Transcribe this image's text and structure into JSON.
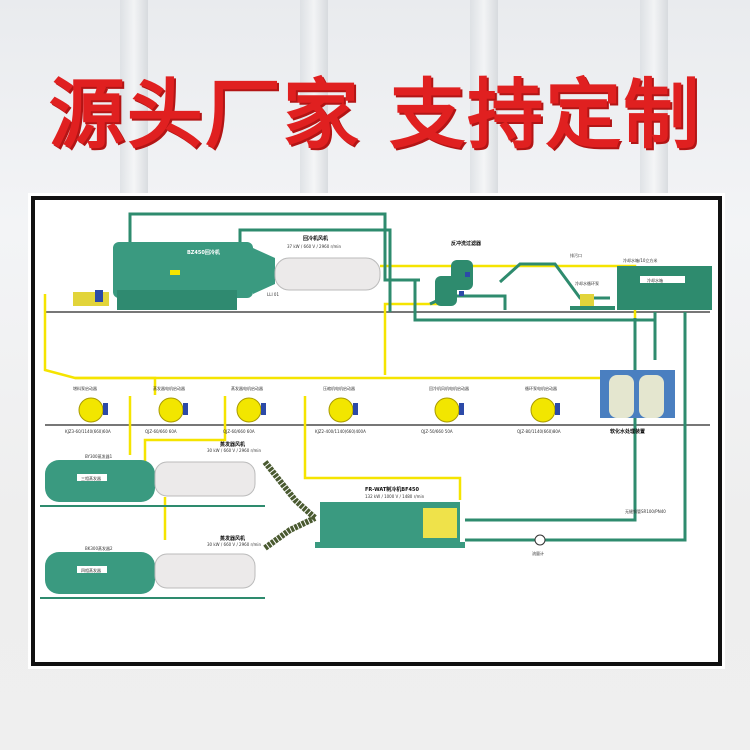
{
  "headline": {
    "part1": "源头厂家",
    "part2": "支持定制",
    "color": "#e02020"
  },
  "diagram": {
    "title": "制冷系统流程图",
    "colors": {
      "pipe_water": "#2e8b6e",
      "pipe_electric": "#f5e400",
      "equipment_green": "#3a9a80",
      "frame": "#111111",
      "starter_yellow": "#f2e600"
    },
    "equipment": {
      "chiller": {
        "label": "BZ450回冷机",
        "tag": "LLI 01"
      },
      "chiller_fan": {
        "label": "回冷机风机",
        "spec": "37 kW / 660 V / 2960 r/min"
      },
      "filter": {
        "label": "反冲洗过滤器"
      },
      "drain": {
        "label": "排污口"
      },
      "cooling_pump": {
        "label": "冷却水循环泵"
      },
      "cooling_tank": {
        "label": "冷却水箱/10立方米",
        "inner_label": "冷却水箱"
      },
      "evaporator1": {
        "label": "BY300蒸发器1",
        "inner_label": "三相蒸发器"
      },
      "evaporator2": {
        "label": "BK300蒸发器2",
        "inner_label": "四相蒸发器"
      },
      "evap_fan1": {
        "label": "蒸发器风机",
        "spec": "30 kW / 660 V / 2960 r/min"
      },
      "evap_fan2": {
        "label": "蒸发器风机",
        "spec": "30 kW / 660 V / 2960 r/min"
      },
      "compressor": {
        "label": "FR-WAT制冷机BF450",
        "spec": "132 kW / 1000 V / 1480 r/min"
      },
      "water_treatment": {
        "label": "软化水处理装置"
      },
      "pipe_spec": {
        "label": "无缝钢管SR100/PN40"
      },
      "flowmeter": {
        "label": "流量计"
      }
    },
    "starters": [
      {
        "title": "增料泵启动器",
        "model": "KJZ3-60/1140(660)60A"
      },
      {
        "title": "蒸发器电机启动器",
        "model": "QJZ-60/660 60A"
      },
      {
        "title": "蒸发器电机启动器",
        "model": "QJZ-60/660 60A"
      },
      {
        "title": "压缩机电机启动器",
        "model": "KJZ2-400/1140(660)400A"
      },
      {
        "title": "回冷机风机电机启动器",
        "model": "QJZ-50/660 50A"
      },
      {
        "title": "循环泵电机启动器",
        "model": "QJZ-80/1140(660)80A"
      }
    ]
  }
}
